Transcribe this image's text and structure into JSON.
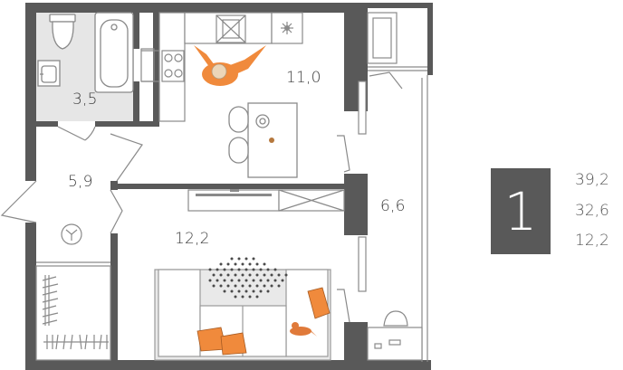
{
  "rooms": {
    "bathroom": "3,5",
    "kitchen": "11,0",
    "hall": "5,9",
    "living": "12,2",
    "balcony": "6,6"
  },
  "summary": {
    "rooms_count": "1",
    "total_area": "39,2",
    "living_area": "32,6",
    "room_area": "12,2"
  },
  "colors": {
    "wall": "#595959",
    "accent": "#f08a3c",
    "bath_floor": "#e6e6e6",
    "furniture": "#e9e9e9"
  }
}
